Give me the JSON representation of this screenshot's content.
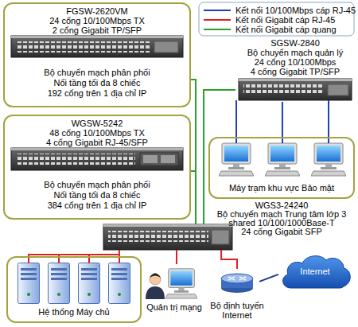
{
  "diagram": {
    "nodes": [
      {
        "text": [
          "FGSW-2620VM",
          "24 cổng 10/100Mbps TX",
          "2 cổng Gigabit TP/SFP",
          "Bộ chuyển mạch phân phối",
          "Nối tầng tối đa 8 chiếc",
          "192 cổng trên 1 địa chỉ IP"
        ]
      },
      {
        "text": [
          "SGSW-2840",
          "Bộ chuyển mạch quản lý",
          "24 cổng 10/100Mbps",
          "4 cổng Gigabit TP/SFP"
        ]
      },
      {
        "text": [
          "WGSW-5242",
          "48 cổng 10/100Mbps TX",
          "4 cổng Gigabit RJ-45/SFP",
          "Bộ chuyển mạch phân phối",
          "Nối tầng tối đa 8 chiếc",
          "384 cổng trên 1 địa chỉ IP"
        ]
      },
      {
        "text": [
          "Máy trạm khu vực Bảo mật"
        ]
      },
      {
        "text": [
          "WGS3-24240",
          "Bộ chuyển mạch Trung tâm lớp 3",
          "shared 10/100/1000Base-T",
          "24 cổng Gigabit SFP"
        ]
      },
      {
        "text": [
          "Hệ thống Máy chủ"
        ]
      },
      {
        "text": [
          "Quản trị mạng"
        ]
      },
      {
        "text": [
          "Bộ định tuyến Internet"
        ]
      },
      {
        "text": [
          "Internet"
        ]
      }
    ],
    "edges": [
      {
        "from": 4,
        "to": 0,
        "arrow": "none"
      },
      {
        "from": 4,
        "to": 2,
        "arrow": "none"
      },
      {
        "from": 4,
        "to": 1,
        "arrow": "none"
      },
      {
        "from": 1,
        "to": 3,
        "arrow": "none"
      },
      {
        "from": 4,
        "to": 5,
        "arrow": "none"
      },
      {
        "from": 4,
        "to": 6,
        "arrow": "none"
      },
      {
        "from": 4,
        "to": 7,
        "arrow": "none"
      },
      {
        "from": 7,
        "to": 8,
        "arrow": "none"
      }
    ],
    "legend": [
      {
        "text": "Kết nối 10/100Mbps cáp RJ-45"
      },
      {
        "text": "Kết nối Gigabit cáp RJ-45"
      },
      {
        "text": "Kết nối Gigabit cáp quang"
      }
    ]
  }
}
